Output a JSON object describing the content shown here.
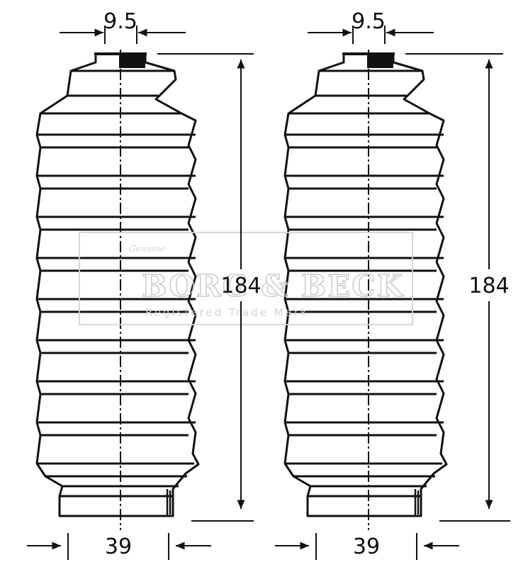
{
  "dimensions": {
    "top_width": "9.5",
    "length": "184",
    "bottom_width": "39"
  },
  "watermark": {
    "small_text": "Genuine",
    "brand": "BORG & BECK",
    "sub_text": "Registered Trade Mark"
  },
  "colors": {
    "line": "#111111",
    "watermark": "#c8c8c8"
  }
}
